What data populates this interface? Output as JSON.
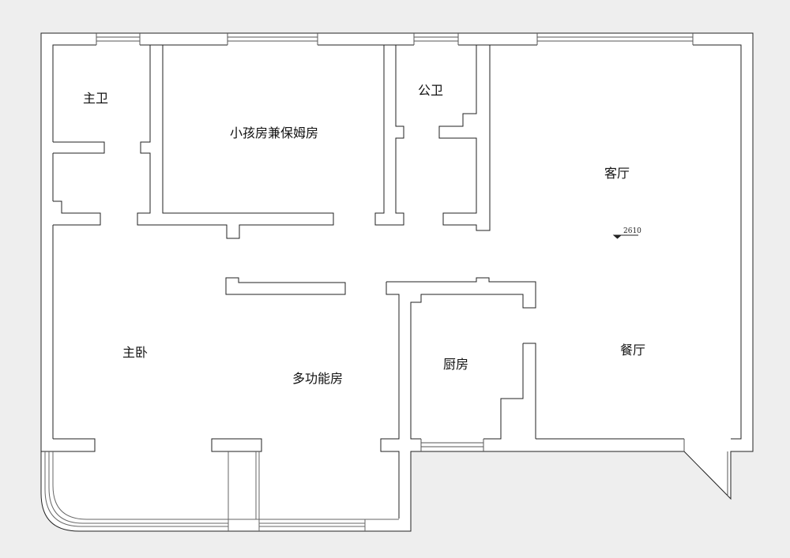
{
  "plan": {
    "rooms": {
      "master_bath": "主卫",
      "kids_nanny_room": "小孩房兼保姆房",
      "public_bath": "公卫",
      "living_room": "客厅",
      "master_bedroom": "主卧",
      "multi_room": "多功能房",
      "kitchen": "厨房",
      "dining_room": "餐厅"
    },
    "elevation_mark": "2610"
  },
  "colors": {
    "background": "#eeeeee",
    "floor": "#ffffff",
    "line": "#222222"
  }
}
